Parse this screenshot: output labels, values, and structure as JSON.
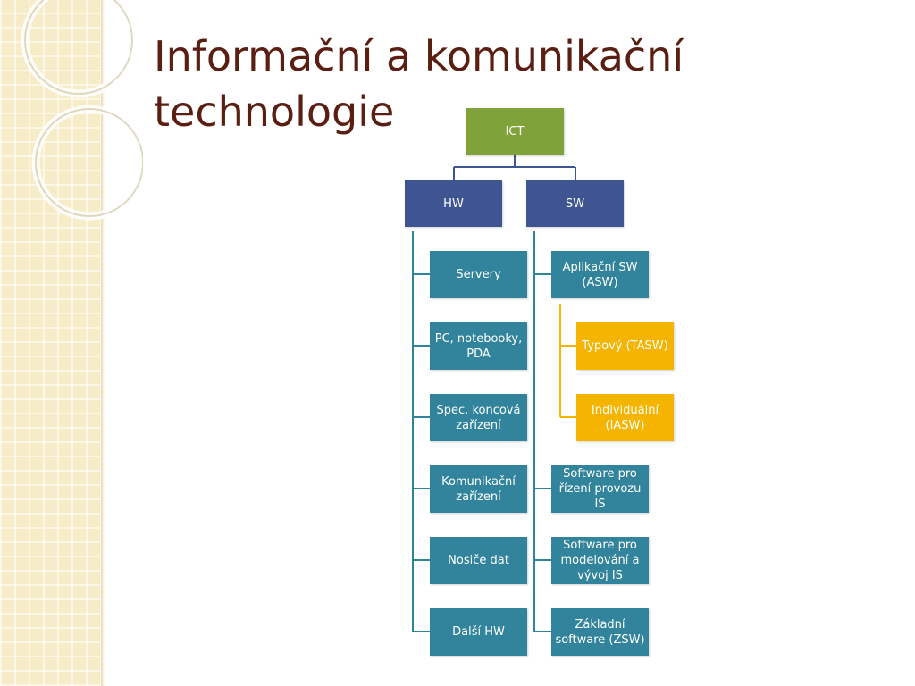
{
  "slide": {
    "title_line1": "Informační a komunikační",
    "title_line2": "technologie"
  },
  "diagram": {
    "root": "ICT",
    "hw": {
      "label": "HW",
      "items": [
        "Servery",
        "PC, notebooky, PDA",
        "Spec. koncová zařízení",
        "Komunikační zařízení",
        "Nosiče dat",
        "Další HW"
      ]
    },
    "sw": {
      "label": "SW",
      "items": [
        {
          "label": "Aplikační SW (ASW)",
          "children": [
            "Typový (TASW)",
            "Individuální (IASW)"
          ]
        },
        {
          "label": "Software pro řízení provozu IS"
        },
        {
          "label": "Software pro modelování a vývoj IS"
        },
        {
          "label": "Základní software (ZSW)"
        }
      ]
    }
  },
  "colors": {
    "root": "#7fa33a",
    "level1": "#3e5591",
    "level2": "#31849b",
    "level3": "#f5b400",
    "title": "#5a1e12"
  }
}
